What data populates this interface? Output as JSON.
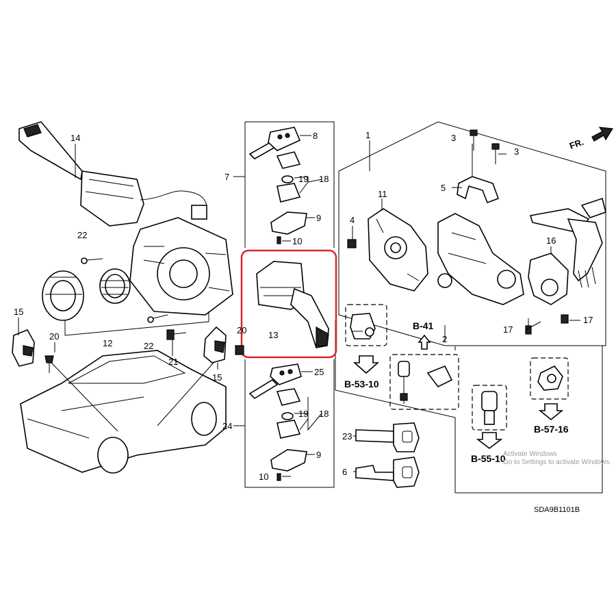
{
  "fr_label": "FR.",
  "diagram_code": "SDA9B1101B",
  "watermark": {
    "line1": "Activate Windows",
    "line2": "Go to Settings to activate Windows."
  },
  "highlight_color": "#d9262c",
  "callouts": {
    "c1": "1",
    "c2": "2",
    "c3a": "3",
    "c3b": "3",
    "c4": "4",
    "c5": "5",
    "c6": "6",
    "c7": "7",
    "c8": "8",
    "c9a": "9",
    "c9b": "9",
    "c10a": "10",
    "c10b": "10",
    "c11": "11",
    "c12": "12",
    "c13": "13",
    "c14": "14",
    "c15a": "15",
    "c15b": "15",
    "c16": "16",
    "c17a": "17",
    "c17b": "17",
    "c18a": "18",
    "c18b": "18",
    "c19a": "19",
    "c19b": "19",
    "c20a": "20",
    "c20b": "20",
    "c21": "21",
    "c22a": "22",
    "c22b": "22",
    "c23": "23",
    "c24": "24",
    "c25": "25"
  },
  "references": {
    "b41": "B-41",
    "b5310": "B-53-10",
    "b5510": "B-55-10",
    "b5716": "B-57-16"
  }
}
